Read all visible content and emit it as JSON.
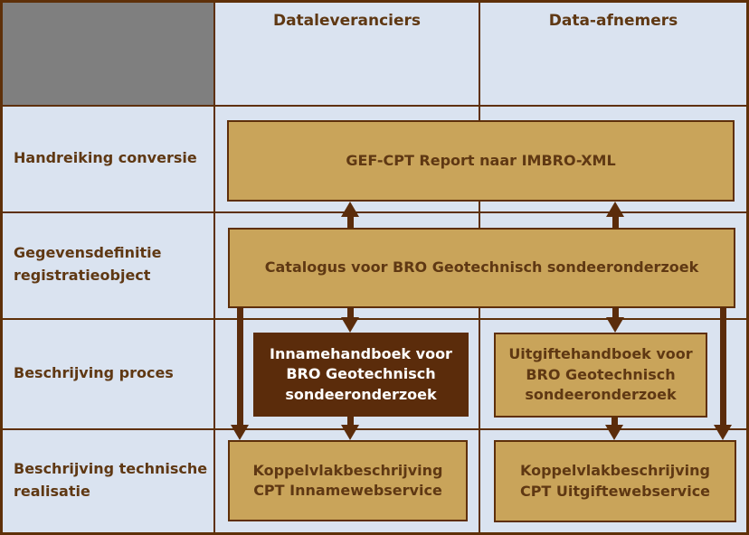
{
  "colors": {
    "bg": "#dae3f0",
    "grid": "#5e3009",
    "tan_fill": "#c9a45a",
    "tan_border": "#5e2f0a",
    "dark_fill": "#5b2c0b",
    "gray_fill": "#7f7f7f",
    "arrow": "#5b2c0b",
    "text": "#5f3813",
    "text_light": "#ffffff"
  },
  "header": {
    "dataleveranciers": "Dataleveranciers",
    "data_afnemers": "Data-afnemers"
  },
  "row_labels": {
    "handreiking_conversie": "Handreiking conversie",
    "gegevensdefinitie": "Gegevensdefinitie\nregistratieobject",
    "beschrijving_proces": "Beschrijving proces",
    "beschrijving_technische": "Beschrijving technische\nrealisatie"
  },
  "boxes": {
    "gef_cpt": "GEF-CPT Report naar IMBRO-XML",
    "catalogus": "Catalogus voor BRO Geotechnisch sondeeronderzoek",
    "innamehandboek": "Innamehandboek voor\nBRO Geotechnisch\nsondeeronderzoek",
    "uitgiftehandboek": "Uitgiftehandboek voor\nBRO Geotechnisch\nsondeeronderzoek",
    "koppelvlak_inname": "Koppelvlakbeschrijving\nCPT Innamewebservice",
    "koppelvlak_uitgifte": "Koppelvlakbeschrijving\nCPT Uitgiftewebservice"
  }
}
